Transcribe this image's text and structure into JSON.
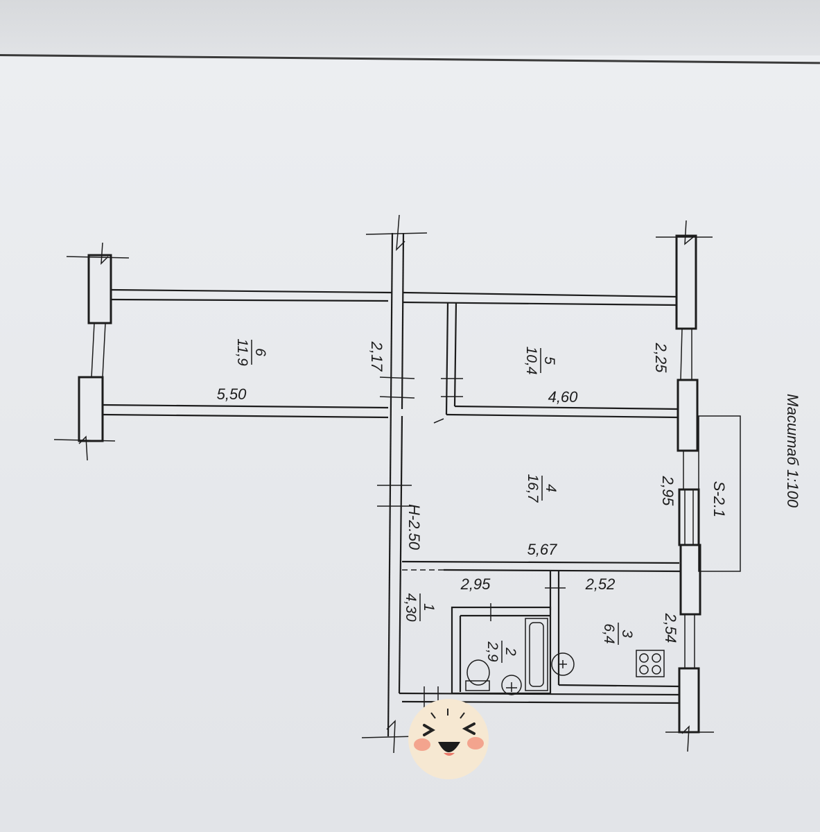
{
  "scale": {
    "text": "Масштаб 1:100"
  },
  "ceiling_height": "Н-2.50",
  "balcony": {
    "label": "S-2.1"
  },
  "rooms": [
    {
      "number": "6",
      "area": "11,9"
    },
    {
      "number": "5",
      "area": "10,4"
    },
    {
      "number": "4",
      "area": "16,7"
    },
    {
      "number": "1",
      "area": "4,30"
    },
    {
      "number": "2",
      "area": "2,9"
    },
    {
      "number": "3",
      "area": "6,4"
    }
  ],
  "dimensions": {
    "room6_length": "5,50",
    "room6_width": "2,17",
    "room5_length": "4,60",
    "room5_width": "2,25",
    "room4_length": "5,67",
    "room4_width": "2,95",
    "room1_length": "2,95",
    "room3_length": "2,52",
    "room3_width": "2,54"
  },
  "colors": {
    "paper": "#e9ebee",
    "ink": "#1c1c1c",
    "sticker_face": "#f6e8d2",
    "sticker_cheek": "#f3a48e"
  },
  "icons": [
    "stove-icon",
    "bathtub-icon",
    "toilet-icon",
    "sink-icon",
    "emoji-sticker-icon"
  ]
}
